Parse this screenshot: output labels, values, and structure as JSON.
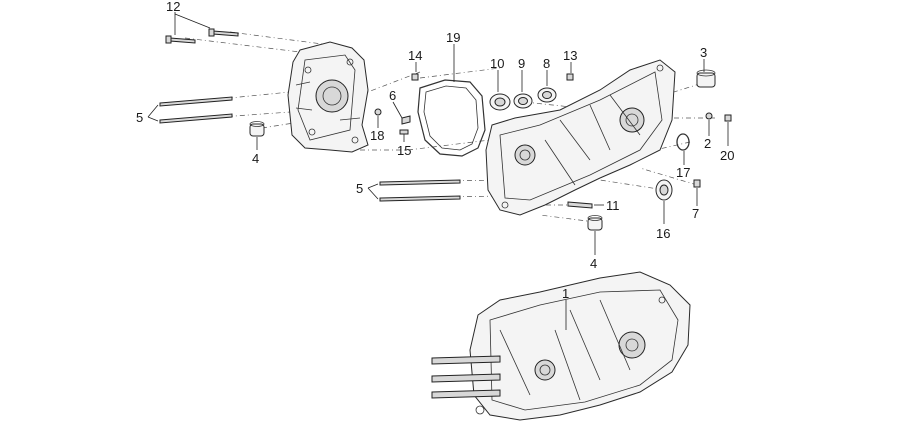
{
  "callouts": [
    {
      "id": "c12a",
      "text": "12"
    },
    {
      "id": "c19",
      "text": "19"
    },
    {
      "id": "c14",
      "text": "14"
    },
    {
      "id": "c10",
      "text": "10"
    },
    {
      "id": "c9",
      "text": "9"
    },
    {
      "id": "c8",
      "text": "8"
    },
    {
      "id": "c13",
      "text": "13"
    },
    {
      "id": "c3",
      "text": "3"
    },
    {
      "id": "c6",
      "text": "6"
    },
    {
      "id": "c5a",
      "text": "5"
    },
    {
      "id": "c18",
      "text": "18"
    },
    {
      "id": "c15",
      "text": "15"
    },
    {
      "id": "c4a",
      "text": "4"
    },
    {
      "id": "c2",
      "text": "2"
    },
    {
      "id": "c20",
      "text": "20"
    },
    {
      "id": "c17",
      "text": "17"
    },
    {
      "id": "c5b",
      "text": "5"
    },
    {
      "id": "c11",
      "text": "11"
    },
    {
      "id": "c7",
      "text": "7"
    },
    {
      "id": "c16",
      "text": "16"
    },
    {
      "id": "c4b",
      "text": "4"
    },
    {
      "id": "c1",
      "text": "1"
    }
  ]
}
